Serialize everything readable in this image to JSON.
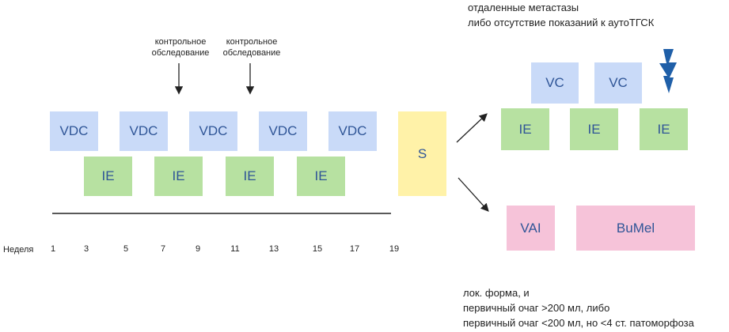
{
  "top_note": {
    "line1": "отдаленные метастазы",
    "line2": "либо отсутствие показаний к аутоТГСК"
  },
  "bottom_note": {
    "line1": "лок. форма, и",
    "line2": "первичный очаг >200 мл, либо",
    "line3": "первичный очаг <200 мл, но <4  ст. патоморфоза"
  },
  "control_labels": [
    {
      "line1": "контрольное",
      "line2": "обследование"
    },
    {
      "line1": "контрольное",
      "line2": "обследование"
    }
  ],
  "week_label": "Неделя",
  "weeks": [
    "1",
    "3",
    "5",
    "7",
    "9",
    "11",
    "13",
    "15",
    "17",
    "19"
  ],
  "blocks": {
    "vdc": [
      "VDC",
      "VDC",
      "VDC",
      "VDC",
      "VDC"
    ],
    "ie": [
      "IE",
      "IE",
      "IE",
      "IE"
    ],
    "s": "S",
    "vc": [
      "VC",
      "VC"
    ],
    "ie_upper": [
      "IE",
      "IE",
      "IE"
    ],
    "vai": "VAI",
    "bumel": "BuMel"
  },
  "colors": {
    "vdc": "#c9daf8",
    "ie": "#b7e1a1",
    "s": "#fff2a8",
    "pink": "#f6c3d9",
    "text": "#2f5597",
    "lightning": "#1f5fa8"
  },
  "icons": [
    "lightning-icon"
  ]
}
